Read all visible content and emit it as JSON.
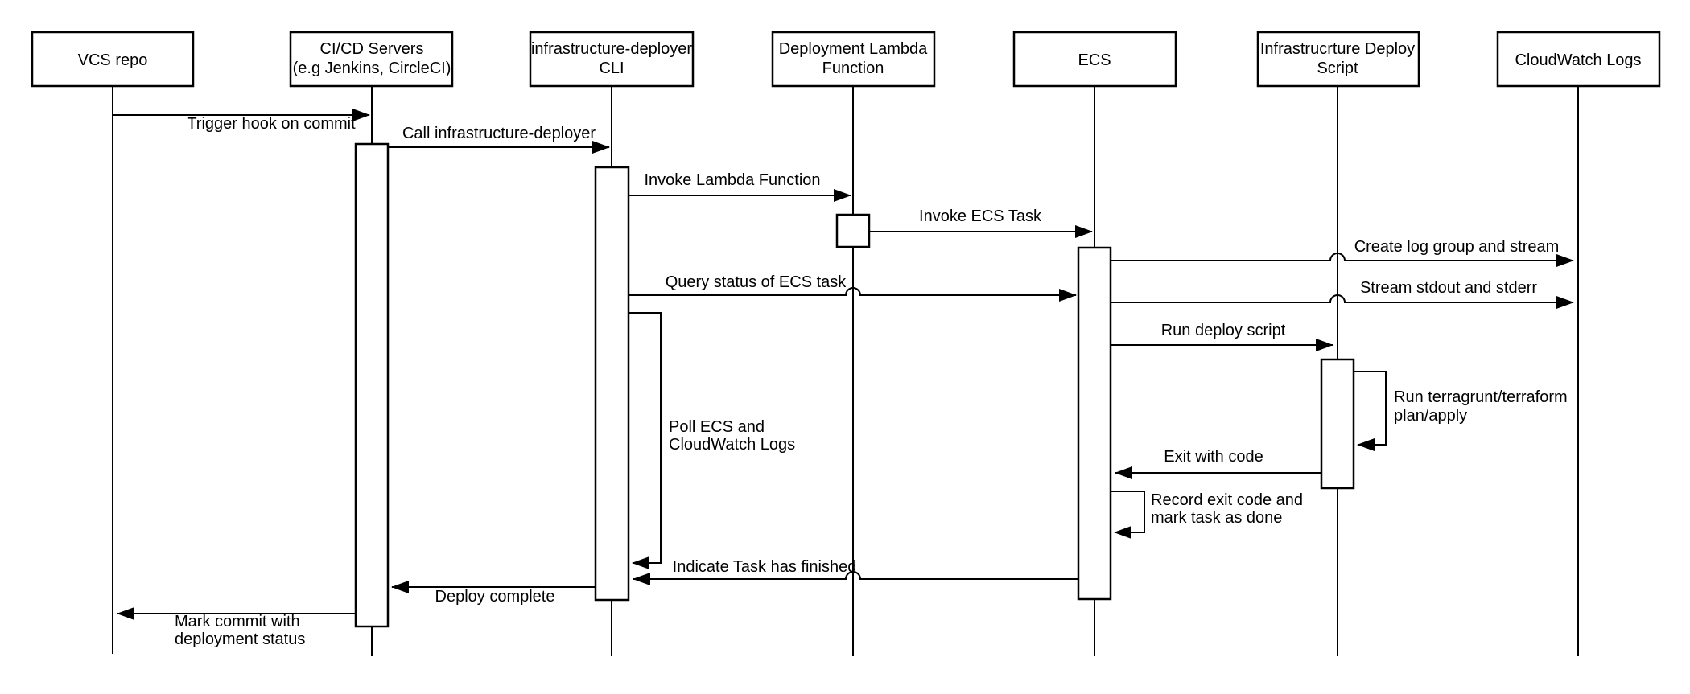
{
  "diagram": {
    "type": "uml-sequence-diagram",
    "background_color": "#ffffff",
    "line_color": "#000000",
    "actors": {
      "vcs": {
        "line1": "VCS repo",
        "line2": ""
      },
      "cicd": {
        "line1": "CI/CD Servers",
        "line2": "(e.g Jenkins, CircleCI)"
      },
      "cli": {
        "line1": "infrastructure-deployer",
        "line2": "CLI"
      },
      "lambda": {
        "line1": "Deployment Lambda",
        "line2": "Function"
      },
      "ecs": {
        "line1": "ECS",
        "line2": ""
      },
      "script": {
        "line1": "Infrastrucrture Deploy",
        "line2": "Script"
      },
      "cloudwatch": {
        "line1": "CloudWatch Logs",
        "line2": ""
      }
    },
    "messages": {
      "trigger_hook": "Trigger hook on commit",
      "call_deployer": "Call infrastructure-deployer",
      "invoke_lambda": "Invoke Lambda Function",
      "invoke_ecs_task": "Invoke ECS Task",
      "create_log_group": "Create log group and stream",
      "query_status": "Query status of ECS task",
      "stream_stdout": "Stream stdout and stderr",
      "run_deploy_script": "Run deploy script",
      "run_terragrunt_1": "Run terragrunt/terraform",
      "run_terragrunt_2": "plan/apply",
      "exit_with_code": "Exit with code",
      "record_exit_1": "Record exit code and",
      "record_exit_2": "mark task as done",
      "poll_1": "Poll ECS and",
      "poll_2": "CloudWatch Logs",
      "indicate_finished": "Indicate Task has finished",
      "deploy_complete": "Deploy complete",
      "mark_commit_1": "Mark commit with",
      "mark_commit_2": "deployment status"
    }
  }
}
